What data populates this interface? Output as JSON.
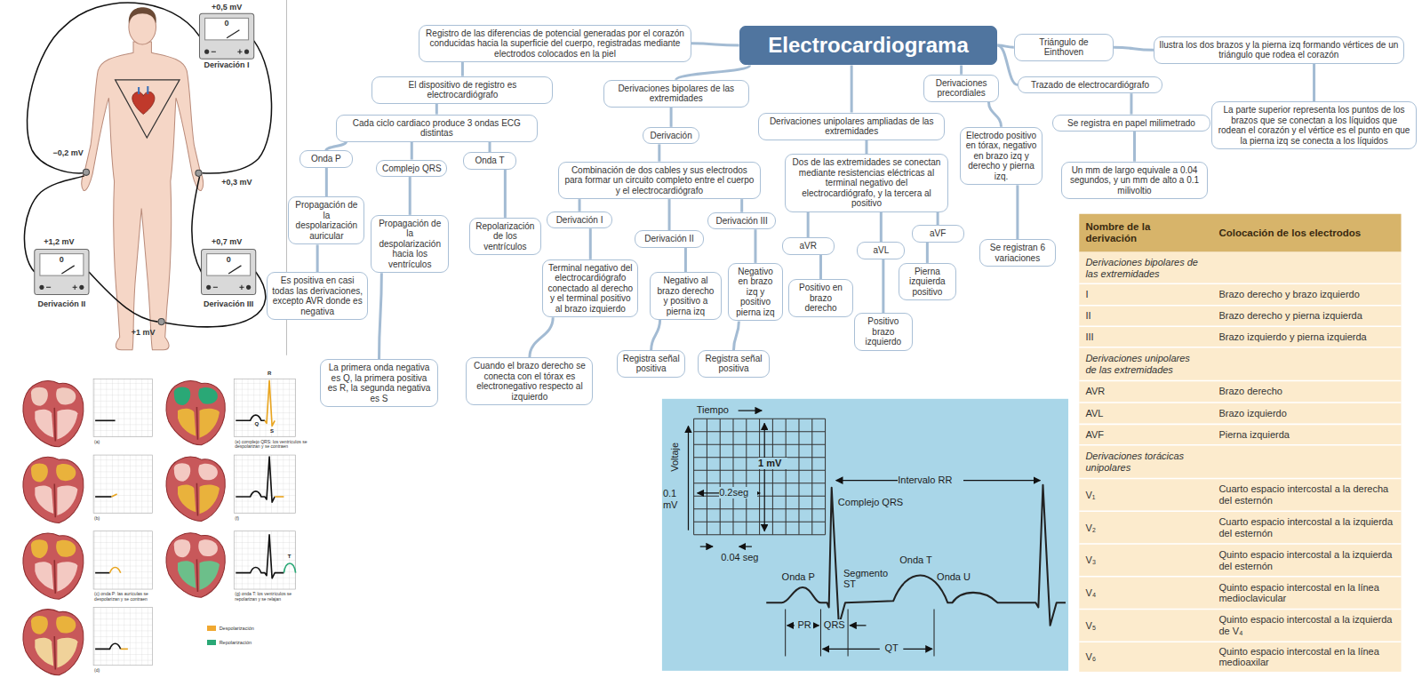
{
  "diagram": {
    "nodes": [
      {
        "text": [
          "Electrocardiograma"
        ]
      },
      {
        "text": [
          "Registro de las diferencias de potencial generadas por el corazón conducidas hacia la superficie del cuerpo, registradas mediante electrodos colocados en la piel"
        ]
      },
      {
        "text": [
          "El dispositivo de registro es electrocardiógrafo"
        ]
      },
      {
        "text": [
          "Cada ciclo cardiaco produce 3 ondas ECG distintas"
        ]
      },
      {
        "text": [
          "Onda P"
        ]
      },
      {
        "text": [
          "Complejo QRS"
        ]
      },
      {
        "text": [
          "Onda T"
        ]
      },
      {
        "text": [
          "Propagación de la despolarización auricular"
        ]
      },
      {
        "text": [
          "Propagación de la despolarización hacia los ventrículos"
        ]
      },
      {
        "text": [
          "Repolarización de los ventrículos"
        ]
      },
      {
        "text": [
          "Es positiva en casi todas las derivaciones, excepto AVR donde es negativa"
        ]
      },
      {
        "text": [
          "La primera onda negativa es Q, la primera positiva es R, la segunda negativa es S"
        ]
      },
      {
        "text": [
          "Derivaciones bipolares de las extremidades"
        ]
      },
      {
        "text": [
          "Derivación"
        ]
      },
      {
        "text": [
          "Combinación de dos cables y sus electrodos para formar un circuito completo entre el cuerpo y el electrocardiógrafo"
        ]
      },
      {
        "text": [
          "Derivación I"
        ]
      },
      {
        "text": [
          "Derivación II"
        ]
      },
      {
        "text": [
          "Derivación III"
        ]
      },
      {
        "text": [
          "Terminal negativo del electrocardiógrafo conectado al derecho y el terminal positivo al brazo izquierdo"
        ]
      },
      {
        "text": [
          "Cuando el brazo derecho se conecta con el tórax es electronegativo respecto al izquierdo"
        ]
      },
      {
        "text": [
          "Negativo al brazo derecho y positivo a pierna izq"
        ]
      },
      {
        "text": [
          "Registra señal positiva"
        ]
      },
      {
        "text": [
          "Negativo en brazo izq y positivo pierna izq"
        ]
      },
      {
        "text": [
          "Registra señal positiva"
        ]
      },
      {
        "text": [
          "Derivaciones unipolares ampliadas de las extremidades"
        ]
      },
      {
        "text": [
          "Dos de las extremidades se conectan mediante resistencias eléctricas al terminal negativo del electrocardiógrafo, y la tercera al positivo"
        ]
      },
      {
        "text": [
          "aVR"
        ]
      },
      {
        "text": [
          "aVL"
        ]
      },
      {
        "text": [
          "aVF"
        ]
      },
      {
        "text": [
          "Positivo en brazo derecho"
        ]
      },
      {
        "text": [
          "Positivo brazo izquierdo"
        ]
      },
      {
        "text": [
          "Pierna izquierda positivo"
        ]
      },
      {
        "text": [
          "Derivaciones precordiales"
        ]
      },
      {
        "text": [
          "Electrodo positivo en tórax, negativo en brazo izq y derecho y pierna izq."
        ]
      },
      {
        "text": [
          "Se registran 6 variaciones"
        ]
      },
      {
        "text": [
          "Triángulo de Einthoven"
        ]
      },
      {
        "text": [
          "Ilustra los dos brazos y la pierna izq formando vértices de un triángulo que rodea el corazón"
        ]
      },
      {
        "text": [
          "La parte superior representa los puntos de los brazos que se conectan a los líquidos que rodean el corazón y el vértice es el punto en que la pierna izq se conecta a los líquidos"
        ]
      },
      {
        "text": [
          "Trazado de electrocardiógrafo"
        ]
      },
      {
        "text": [
          "Se registra en papel milimetrado"
        ]
      },
      {
        "text": [
          "Un mm de largo equivale a 0.04 segundos, y un mm de alto a 0.1 milivoltio"
        ]
      }
    ],
    "edges": [
      {
        "from": 0,
        "to": 1,
        "arrow": "none"
      },
      {
        "from": 1,
        "to": 2,
        "arrow": "none"
      },
      {
        "from": 2,
        "to": 3,
        "arrow": "none"
      },
      {
        "from": 3,
        "to": 4,
        "arrow": "none"
      },
      {
        "from": 3,
        "to": 5,
        "arrow": "none"
      },
      {
        "from": 3,
        "to": 6,
        "arrow": "none"
      },
      {
        "from": 4,
        "to": 7,
        "arrow": "none"
      },
      {
        "from": 7,
        "to": 10,
        "arrow": "none"
      },
      {
        "from": 5,
        "to": 8,
        "arrow": "none"
      },
      {
        "from": 8,
        "to": 11,
        "arrow": "none"
      },
      {
        "from": 6,
        "to": 9,
        "arrow": "none"
      },
      {
        "from": 0,
        "to": 12,
        "arrow": "none"
      },
      {
        "from": 12,
        "to": 13,
        "arrow": "none"
      },
      {
        "from": 13,
        "to": 14,
        "arrow": "none"
      },
      {
        "from": 14,
        "to": 15,
        "arrow": "none"
      },
      {
        "from": 14,
        "to": 16,
        "arrow": "none"
      },
      {
        "from": 14,
        "to": 17,
        "arrow": "none"
      },
      {
        "from": 15,
        "to": 18,
        "arrow": "none"
      },
      {
        "from": 18,
        "to": 19,
        "arrow": "none"
      },
      {
        "from": 16,
        "to": 20,
        "arrow": "none"
      },
      {
        "from": 20,
        "to": 21,
        "arrow": "none"
      },
      {
        "from": 17,
        "to": 22,
        "arrow": "none"
      },
      {
        "from": 22,
        "to": 23,
        "arrow": "none"
      },
      {
        "from": 0,
        "to": 24,
        "arrow": "none"
      },
      {
        "from": 24,
        "to": 25,
        "arrow": "none"
      },
      {
        "from": 25,
        "to": 26,
        "arrow": "none"
      },
      {
        "from": 25,
        "to": 27,
        "arrow": "none"
      },
      {
        "from": 25,
        "to": 28,
        "arrow": "none"
      },
      {
        "from": 26,
        "to": 29,
        "arrow": "none"
      },
      {
        "from": 27,
        "to": 30,
        "arrow": "none"
      },
      {
        "from": 28,
        "to": 31,
        "arrow": "none"
      },
      {
        "from": 0,
        "to": 32,
        "arrow": "none"
      },
      {
        "from": 32,
        "to": 33,
        "arrow": "none"
      },
      {
        "from": 33,
        "to": 34,
        "arrow": "none"
      },
      {
        "from": 0,
        "to": 35,
        "arrow": "none"
      },
      {
        "from": 35,
        "to": 36,
        "arrow": "none"
      },
      {
        "from": 36,
        "to": 37,
        "arrow": "none"
      },
      {
        "from": 0,
        "to": 38,
        "arrow": "none"
      },
      {
        "from": 38,
        "to": 39,
        "arrow": "none"
      },
      {
        "from": 39,
        "to": 40,
        "arrow": "none"
      }
    ],
    "labels": [
      "+0,5 mV",
      "0",
      "Derivación I",
      "−0,2 mV",
      "+0,3 mV",
      "+1,2 mV",
      "0",
      "Derivación II",
      "+0,7 mV",
      "0",
      "Derivación III",
      "+1 mV",
      "(a)",
      "(b)",
      "(c) onda P: las aurículas se despolarizan y se contraen",
      "(d)",
      "(e) complejo QRS: los ventrículos se despolarizan y se contraen",
      "(f)",
      "(g) onda T: los ventrículos se repolarizan y se relajan",
      "R",
      "Q",
      "S",
      "T",
      "Tiempo",
      "Voltaje",
      "1 mV",
      "0.2seg",
      "0.1 mV",
      "0.04 seg",
      "Complejo QRS",
      "Intervalo RR",
      "Onda P",
      "Segmento ST",
      "Onda T",
      "Onda U",
      "PR",
      "QRS",
      "QT",
      "Nombre de la derivación",
      "Colocación de los electrodos",
      "Derivaciones bipolares de las extremidades",
      "I",
      "Brazo derecho y brazo izquierdo",
      "II",
      "Brazo derecho y pierna izquierda",
      "III",
      "Brazo izquierdo y pierna izquierda",
      "Derivaciones unipolares de las extremidades",
      "AVR",
      "Brazo derecho",
      "AVL",
      "Brazo izquierdo",
      "AVF",
      "Pierna izquierda",
      "Derivaciones torácicas unipolares",
      "V₁",
      "Cuarto espacio intercostal a la derecha del esternón",
      "V₂",
      "Cuarto espacio intercostal a la izquierda del esternón",
      "V₃",
      "Quinto espacio intercostal a la izquierda del esternón",
      "V₄",
      "Quinto espacio intercostal en la línea medioclavicular",
      "V₅",
      "Quinto espacio intercostal a la izquierda de V₄",
      "V₆",
      "Quinto espacio intercostal en la línea medioaxilar"
    ],
    "legend": [
      {
        "text": "Despolarización",
        "color": "#f0a830"
      },
      {
        "text": "Repolarización",
        "color": "#2aa876"
      }
    ]
  }
}
